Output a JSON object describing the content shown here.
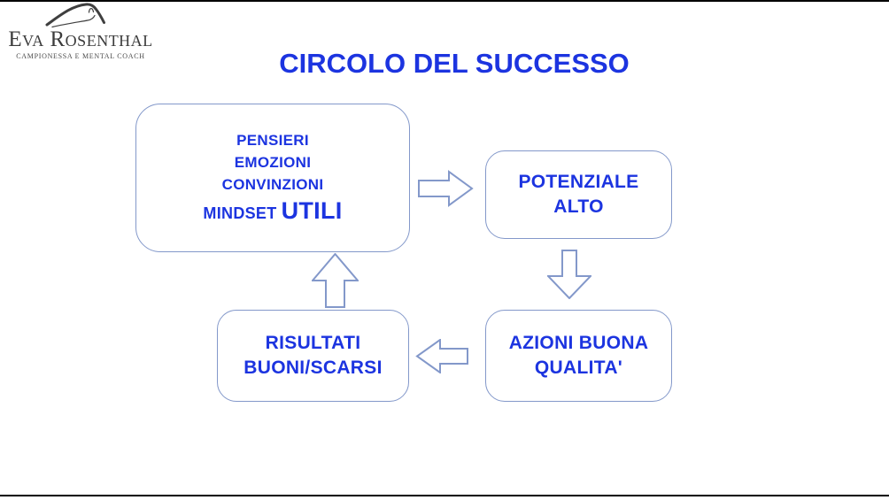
{
  "logo": {
    "name": "Eva Rosenthal",
    "tagline": "CAMPIONESSA E MENTAL COACH"
  },
  "title": "CIRCOLO DEL SUCCESSO",
  "boxes": {
    "mindset": {
      "line1": "PENSIERI",
      "line2": "EMOZIONI",
      "line3": "CONVINZIONI",
      "line4_small": "MINDSET",
      "line4_large": "UTILI"
    },
    "potenziale": {
      "line1": "POTENZIALE",
      "line2": "ALTO"
    },
    "azioni": {
      "line1": "AZIONI BUONA",
      "line2": "QUALITA'"
    },
    "risultati": {
      "line1": "RISULTATI",
      "line2": "BUONI/SCARSI"
    }
  },
  "flow": {
    "sequence": [
      "mindset",
      "potenziale",
      "azioni",
      "risultati"
    ],
    "arrows": [
      "right",
      "down",
      "left",
      "up"
    ],
    "cycle": true
  },
  "colors": {
    "text_blue": "#1c34e0",
    "outline_blue": "#8398ca",
    "logo_gray": "#3c3c3c",
    "background": "#ffffff",
    "edge_line": "#000000"
  }
}
